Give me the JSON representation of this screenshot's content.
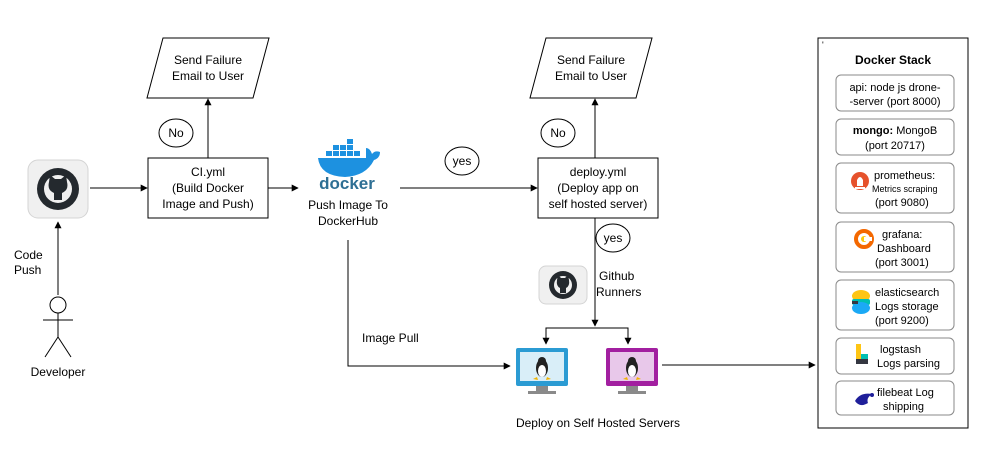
{
  "failure_box_left": {
    "line1": "Send Failure",
    "line2": "Email to User"
  },
  "failure_box_right": {
    "line1": "Send Failure",
    "line2": "Email to User"
  },
  "no_left": "No",
  "no_right": "No",
  "ci_box": {
    "line1": "CI.yml",
    "line2": "(Build Docker",
    "line3": "Image and Push)"
  },
  "deploy_box": {
    "line1": "deploy.yml",
    "line2": "(Deploy app on",
    "line3": "self hosted server)"
  },
  "yes_top": "yes",
  "yes_mid": "yes",
  "docker_logo_text": "docker",
  "push_label": {
    "line1": "Push Image To",
    "line2": "DockerHub"
  },
  "code_push": {
    "line1": "Code",
    "line2": "Push"
  },
  "developer": "Developer",
  "image_pull": "Image Pull",
  "runners": {
    "line1": "Github",
    "line2": "Runners"
  },
  "deploy_servers": "Deploy on Self Hosted Servers",
  "stack": {
    "title": "Docker Stack",
    "api": {
      "line1": "api: node js drone-",
      "line2": "-server (port 8000)"
    },
    "mongo": {
      "bold": "mongo:",
      "rest": " MongoB",
      "line2": "(port 20717)"
    },
    "prometheus": {
      "line1": "prometheus:",
      "line2": "Metrics scraping",
      "line3": "(port 9080)"
    },
    "grafana": {
      "line1": "grafana:",
      "line2": "Dashboard",
      "line3": "(port 3001)"
    },
    "elasticsearch": {
      "line1": "elasticsearch",
      "line2": "Logs storage",
      "line3": "(port 9200)"
    },
    "logstash": {
      "line1": "logstash",
      "line2": "Logs parsing"
    },
    "filebeat": {
      "line1": "filebeat Log",
      "line2": "shipping"
    }
  },
  "colors": {
    "docker_blue": "#1D91E0",
    "github_dark": "#24292e",
    "monitor_blue": "#2b9bd3",
    "monitor_purple": "#a21fa0",
    "prometheus_red": "#e6522c",
    "elastic_teal": "#00bfb3",
    "logstash_yellow": "#fec514",
    "filebeat_navy": "#1f1f9a"
  },
  "icons": [
    "github-icon",
    "docker-icon",
    "linux-server-icon",
    "prometheus-icon",
    "grafana-icon",
    "elasticsearch-icon",
    "logstash-icon",
    "filebeat-icon"
  ]
}
